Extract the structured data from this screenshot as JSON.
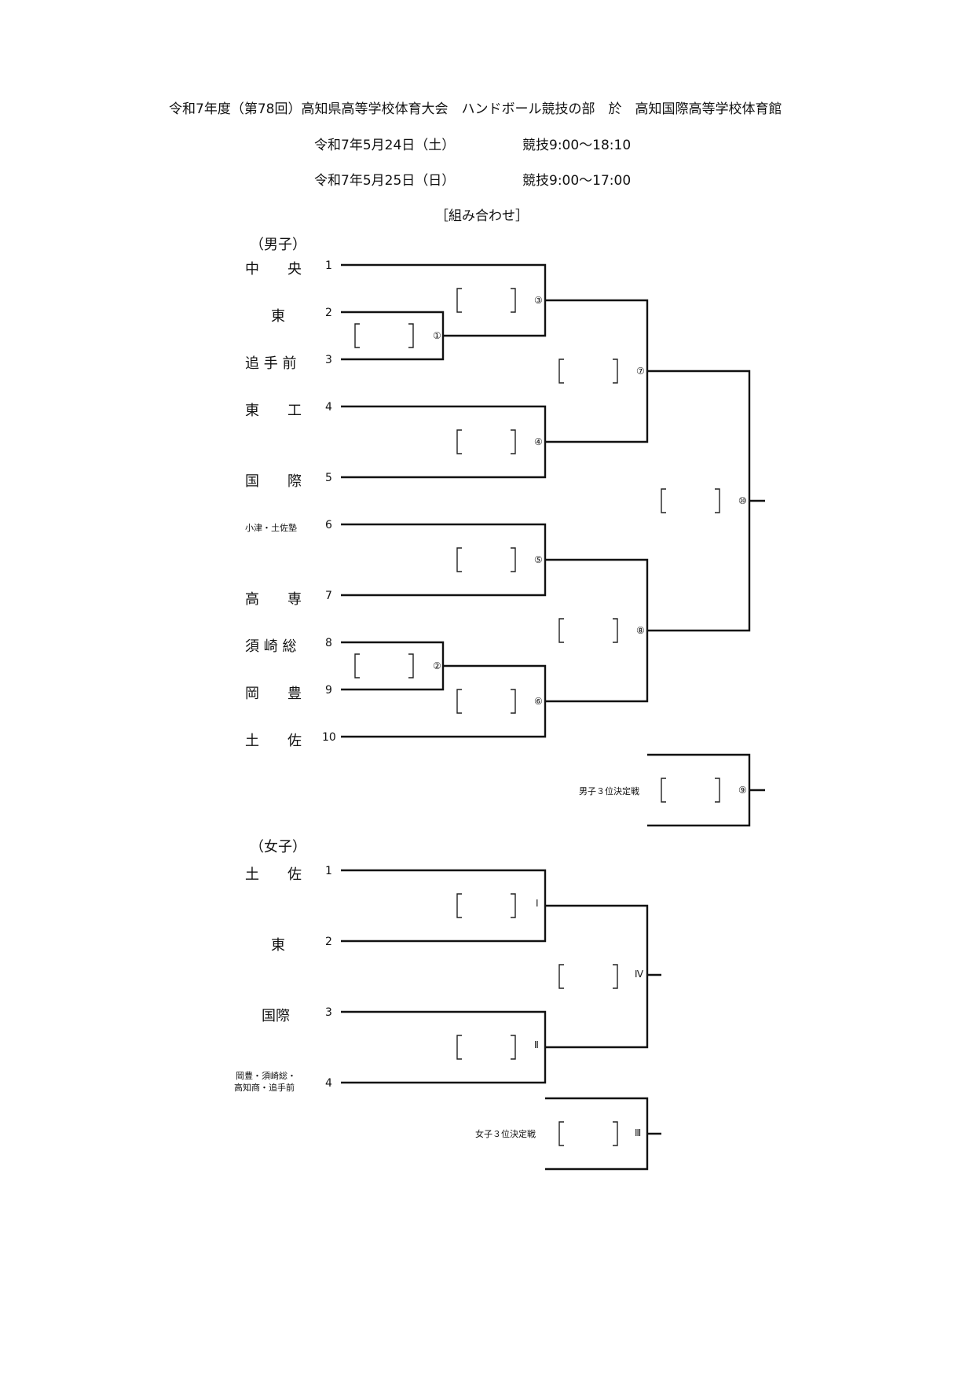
{
  "header": {
    "title": "令和7年度（第78回）高知県高等学校体育大会　ハンドボール競技の部　於　高知国際高等学校体育館",
    "day1": {
      "date": "令和7年5月24日（土）",
      "time": "競技9:00～18:10"
    },
    "day2": {
      "date": "令和7年5月25日（日）",
      "time": "競技9:00～17:00"
    },
    "subtitle": "［組み合わせ］"
  },
  "boys": {
    "label": "（男子）",
    "teams": [
      {
        "name": "中　　央",
        "seed": "1"
      },
      {
        "name": "東",
        "seed": "2"
      },
      {
        "name": "追 手 前",
        "seed": "3"
      },
      {
        "name": "東　　工",
        "seed": "4"
      },
      {
        "name": "国　　際",
        "seed": "5"
      },
      {
        "name": "小津・土佐塾",
        "seed": "6"
      },
      {
        "name": "高　　専",
        "seed": "7"
      },
      {
        "name": "須 崎 総",
        "seed": "8"
      },
      {
        "name": "岡　　豊",
        "seed": "9"
      },
      {
        "name": "土　　佐",
        "seed": "10"
      }
    ],
    "matches": [
      "①",
      "②",
      "③",
      "④",
      "⑤",
      "⑥",
      "⑦",
      "⑧",
      "⑩",
      "⑨"
    ],
    "third_place_label": "男子３位決定戦"
  },
  "girls": {
    "label": "（女子）",
    "teams": [
      {
        "name": "土　　佐",
        "seed": "1"
      },
      {
        "name": "東",
        "seed": "2"
      },
      {
        "name": "国際",
        "seed": "3"
      },
      {
        "name_line1": "岡豊・須崎総・",
        "name_line2": "高知商・追手前",
        "seed": "4"
      }
    ],
    "matches": [
      "Ⅰ",
      "Ⅱ",
      "Ⅳ",
      "Ⅲ"
    ],
    "third_place_label": "女子３位決定戦"
  }
}
